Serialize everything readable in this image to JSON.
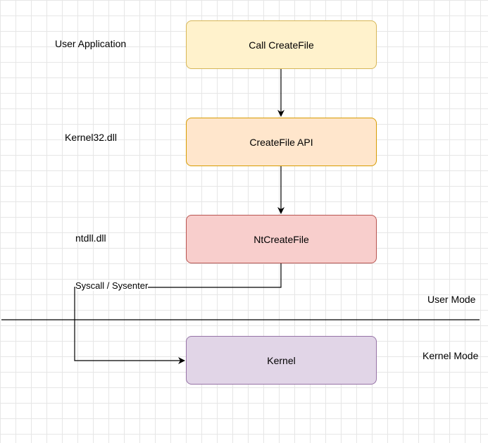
{
  "nodes": {
    "call_createfile": {
      "label": "Call CreateFile",
      "fill": "#fff2cc",
      "stroke": "#d6b656"
    },
    "createfile_api": {
      "label": "CreateFile API",
      "fill": "#ffe6cc",
      "stroke": "#d79b00"
    },
    "ntcreatefile": {
      "label": "NtCreateFile",
      "fill": "#f8cecc",
      "stroke": "#b85450"
    },
    "kernel": {
      "label": "Kernel",
      "fill": "#e1d5e7",
      "stroke": "#9673a6"
    }
  },
  "layers": {
    "user_application": "User Application",
    "kernel32": "Kernel32.dll",
    "ntdll": "ntdll.dll"
  },
  "edge_labels": {
    "syscall": "Syscall / Sysenter"
  },
  "modes": {
    "user": "User Mode",
    "kernel": "Kernel Mode"
  }
}
